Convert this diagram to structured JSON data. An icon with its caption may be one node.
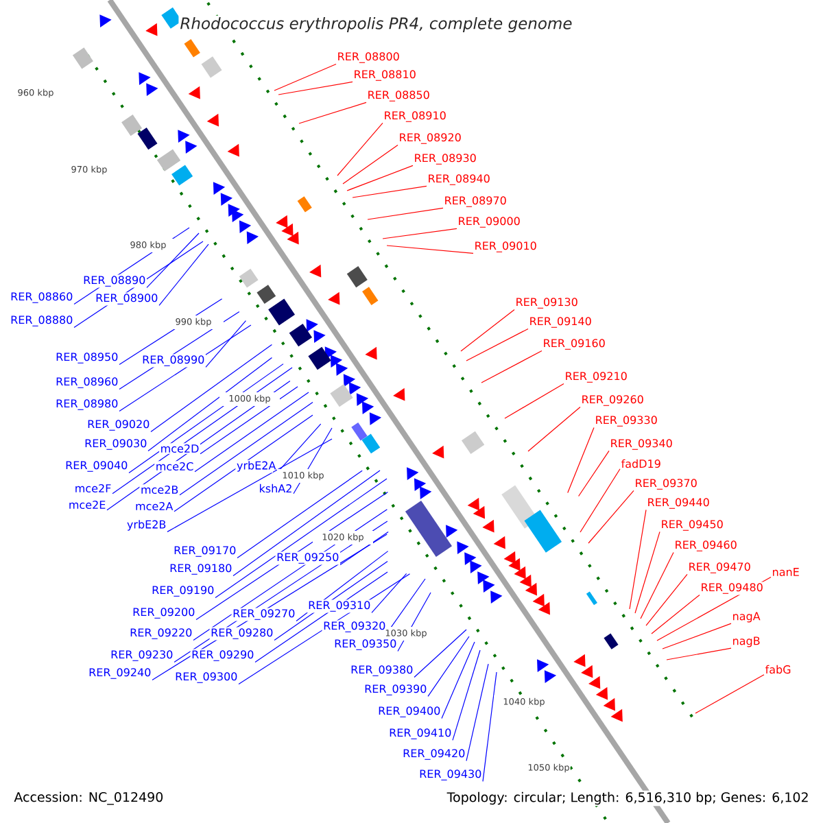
{
  "diagram": {
    "title": "Rhodococcus erythropolis PR4, complete genome",
    "nodes": [
      {
        "text": [
          "RER_08800"
        ]
      },
      {
        "text": [
          "RER_08810"
        ]
      },
      {
        "text": [
          "RER_08850"
        ]
      },
      {
        "text": [
          "RER_08910"
        ]
      },
      {
        "text": [
          "RER_08920"
        ]
      },
      {
        "text": [
          "RER_08930"
        ]
      },
      {
        "text": [
          "RER_08940"
        ]
      },
      {
        "text": [
          "RER_08970"
        ]
      },
      {
        "text": [
          "RER_09000"
        ]
      },
      {
        "text": [
          "RER_09010"
        ]
      },
      {
        "text": [
          "RER_08890"
        ]
      },
      {
        "text": [
          "RER_08860"
        ]
      },
      {
        "text": [
          "RER_08900"
        ]
      },
      {
        "text": [
          "RER_08880"
        ]
      },
      {
        "text": [
          "RER_08950"
        ]
      },
      {
        "text": [
          "RER_08990"
        ]
      },
      {
        "text": [
          "RER_08960"
        ]
      },
      {
        "text": [
          "RER_08980"
        ]
      },
      {
        "text": [
          "RER_09020"
        ]
      },
      {
        "text": [
          "RER_09030"
        ]
      },
      {
        "text": [
          "RER_09040"
        ]
      },
      {
        "text": [
          "mce2D"
        ]
      },
      {
        "text": [
          "mce2C"
        ]
      },
      {
        "text": [
          "mce2F"
        ]
      },
      {
        "text": [
          "mce2B"
        ]
      },
      {
        "text": [
          "mce2E"
        ]
      },
      {
        "text": [
          "mce2A"
        ]
      },
      {
        "text": [
          "yrbE2A"
        ]
      },
      {
        "text": [
          "kshA2"
        ]
      },
      {
        "text": [
          "yrbE2B"
        ]
      },
      {
        "text": [
          "RER_09130"
        ]
      },
      {
        "text": [
          "RER_09140"
        ]
      },
      {
        "text": [
          "RER_09160"
        ]
      },
      {
        "text": [
          "RER_09210"
        ]
      },
      {
        "text": [
          "RER_09260"
        ]
      },
      {
        "text": [
          "RER_09330"
        ]
      },
      {
        "text": [
          "RER_09340"
        ]
      },
      {
        "text": [
          "fadD19"
        ]
      },
      {
        "text": [
          "RER_09370"
        ]
      },
      {
        "text": [
          "RER_09440"
        ]
      },
      {
        "text": [
          "RER_09450"
        ]
      },
      {
        "text": [
          "RER_09460"
        ]
      },
      {
        "text": [
          "RER_09470"
        ]
      },
      {
        "text": [
          "RER_09480"
        ]
      },
      {
        "text": [
          "nanE"
        ]
      },
      {
        "text": [
          "nagA"
        ]
      },
      {
        "text": [
          "nagB"
        ]
      },
      {
        "text": [
          "fabG"
        ]
      },
      {
        "text": [
          "RER_09170"
        ]
      },
      {
        "text": [
          "RER_09180"
        ]
      },
      {
        "text": [
          "RER_09190"
        ]
      },
      {
        "text": [
          "RER_09250"
        ]
      },
      {
        "text": [
          "RER_09200"
        ]
      },
      {
        "text": [
          "RER_09270"
        ]
      },
      {
        "text": [
          "RER_09220"
        ]
      },
      {
        "text": [
          "RER_09280"
        ]
      },
      {
        "text": [
          "RER_09310"
        ]
      },
      {
        "text": [
          "RER_09230"
        ]
      },
      {
        "text": [
          "RER_09290"
        ]
      },
      {
        "text": [
          "RER_09320"
        ]
      },
      {
        "text": [
          "RER_09240"
        ]
      },
      {
        "text": [
          "RER_09300"
        ]
      },
      {
        "text": [
          "RER_09350"
        ]
      },
      {
        "text": [
          "RER_09380"
        ]
      },
      {
        "text": [
          "RER_09390"
        ]
      },
      {
        "text": [
          "RER_09400"
        ]
      },
      {
        "text": [
          "RER_09410"
        ]
      },
      {
        "text": [
          "RER_09420"
        ]
      },
      {
        "text": [
          "RER_09430"
        ]
      }
    ],
    "edges": [
      {
        "from": 0,
        "to": null,
        "arrow": "none",
        "color": "#ff0000"
      },
      {
        "from": 1,
        "to": null,
        "arrow": "none",
        "color": "#ff0000"
      },
      {
        "from": 2,
        "to": null,
        "arrow": "none",
        "color": "#ff0000"
      },
      {
        "from": 3,
        "to": null,
        "arrow": "none",
        "color": "#ff0000"
      },
      {
        "from": 4,
        "to": null,
        "arrow": "none",
        "color": "#ff0000"
      },
      {
        "from": 5,
        "to": null,
        "arrow": "none",
        "color": "#ff0000"
      },
      {
        "from": 6,
        "to": null,
        "arrow": "none",
        "color": "#ff0000"
      },
      {
        "from": 7,
        "to": null,
        "arrow": "none",
        "color": "#ff0000"
      },
      {
        "from": 8,
        "to": null,
        "arrow": "none",
        "color": "#ff0000"
      },
      {
        "from": 9,
        "to": null,
        "arrow": "none",
        "color": "#ff0000"
      },
      {
        "from": 10,
        "to": null,
        "arrow": "none"
      },
      {
        "from": 11,
        "to": null,
        "arrow": "none"
      },
      {
        "from": 12,
        "to": null,
        "arrow": "none"
      },
      {
        "from": 13,
        "to": null,
        "arrow": "none"
      },
      {
        "from": 14,
        "to": null,
        "arrow": "none"
      },
      {
        "from": 15,
        "to": null,
        "arrow": "none"
      },
      {
        "from": 16,
        "to": null,
        "arrow": "none"
      },
      {
        "from": 17,
        "to": null,
        "arrow": "none"
      },
      {
        "from": 18,
        "to": null,
        "arrow": "none"
      },
      {
        "from": 19,
        "to": null,
        "arrow": "none"
      },
      {
        "from": 20,
        "to": null,
        "arrow": "none"
      },
      {
        "from": 21,
        "to": null,
        "arrow": "none"
      },
      {
        "from": 22,
        "to": null,
        "arrow": "none"
      },
      {
        "from": 23,
        "to": null,
        "arrow": "none"
      },
      {
        "from": 24,
        "to": null,
        "arrow": "none"
      },
      {
        "from": 25,
        "to": null,
        "arrow": "none"
      },
      {
        "from": 26,
        "to": null,
        "arrow": "none"
      },
      {
        "from": 27,
        "to": null,
        "arrow": "none"
      },
      {
        "from": 28,
        "to": null,
        "arrow": "none"
      },
      {
        "from": 29,
        "to": null,
        "arrow": "none"
      },
      {
        "from": 30,
        "to": null,
        "arrow": "none",
        "color": "#ff0000"
      },
      {
        "from": 31,
        "to": null,
        "arrow": "none",
        "color": "#ff0000"
      },
      {
        "from": 32,
        "to": null,
        "arrow": "none",
        "color": "#ff0000"
      },
      {
        "from": 33,
        "to": null,
        "arrow": "none",
        "color": "#ff0000"
      },
      {
        "from": 34,
        "to": null,
        "arrow": "none",
        "color": "#ff0000"
      },
      {
        "from": 35,
        "to": null,
        "arrow": "none",
        "color": "#ff0000"
      },
      {
        "from": 36,
        "to": null,
        "arrow": "none",
        "color": "#ff0000"
      },
      {
        "from": 37,
        "to": null,
        "arrow": "none",
        "color": "#ff0000"
      },
      {
        "from": 38,
        "to": null,
        "arrow": "none",
        "color": "#ff0000"
      },
      {
        "from": 39,
        "to": null,
        "arrow": "none",
        "color": "#ff0000"
      },
      {
        "from": 40,
        "to": null,
        "arrow": "none",
        "color": "#ff0000"
      },
      {
        "from": 41,
        "to": null,
        "arrow": "none",
        "color": "#ff0000"
      },
      {
        "from": 42,
        "to": null,
        "arrow": "none",
        "color": "#ff0000"
      },
      {
        "from": 43,
        "to": null,
        "arrow": "none",
        "color": "#ff0000"
      },
      {
        "from": 44,
        "to": null,
        "arrow": "none",
        "color": "#ff0000"
      },
      {
        "from": 45,
        "to": null,
        "arrow": "none",
        "color": "#ff0000"
      },
      {
        "from": 46,
        "to": null,
        "arrow": "none",
        "color": "#ff0000"
      },
      {
        "from": 47,
        "to": null,
        "arrow": "none",
        "color": "#ff0000"
      },
      {
        "from": 48,
        "to": null,
        "arrow": "none"
      },
      {
        "from": 49,
        "to": null,
        "arrow": "none"
      },
      {
        "from": 50,
        "to": null,
        "arrow": "none"
      },
      {
        "from": 51,
        "to": null,
        "arrow": "none"
      },
      {
        "from": 52,
        "to": null,
        "arrow": "none"
      },
      {
        "from": 53,
        "to": null,
        "arrow": "none"
      },
      {
        "from": 54,
        "to": null,
        "arrow": "none"
      },
      {
        "from": 55,
        "to": null,
        "arrow": "none"
      },
      {
        "from": 56,
        "to": null,
        "arrow": "none"
      },
      {
        "from": 57,
        "to": null,
        "arrow": "none"
      },
      {
        "from": 58,
        "to": null,
        "arrow": "none"
      },
      {
        "from": 59,
        "to": null,
        "arrow": "none"
      },
      {
        "from": 60,
        "to": null,
        "arrow": "none"
      },
      {
        "from": 61,
        "to": null,
        "arrow": "none"
      },
      {
        "from": 62,
        "to": null,
        "arrow": "none"
      },
      {
        "from": 63,
        "to": null,
        "arrow": "none"
      },
      {
        "from": 64,
        "to": null,
        "arrow": "none"
      },
      {
        "from": 65,
        "to": null,
        "arrow": "none"
      },
      {
        "from": 66,
        "to": null,
        "arrow": "none"
      },
      {
        "from": 67,
        "to": null,
        "arrow": "none"
      },
      {
        "from": 68,
        "to": null,
        "arrow": "none"
      }
    ],
    "labels": [
      "960 kbp",
      "970 kbp",
      "980 kbp",
      "990 kbp",
      "1000 kbp",
      "1010 kbp",
      "1020 kbp",
      "1030 kbp",
      "1040 kbp",
      "1050 kbp",
      "Accession: NC_012490",
      "Topology: circular; Length: 6,516,310 bp; Genes: 6,102"
    ]
  }
}
